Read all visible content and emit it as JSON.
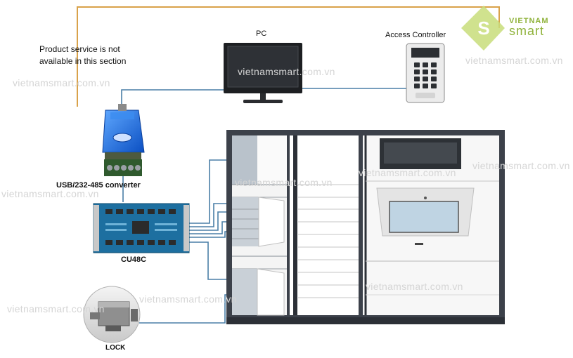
{
  "labels": {
    "pc": "PC",
    "access_controller": "Access Controller",
    "service_note_line1": "Product service is not",
    "service_note_line2": "available in this section",
    "converter": "USB/232-485 converter",
    "board": "CU48C",
    "lock": "LOCK"
  },
  "logo": {
    "line1": "VIETNAM",
    "line2": "smart"
  },
  "watermark": "vietnamsmart.com.vn",
  "colors": {
    "frame_orange": "#d9a24a",
    "wire_blue": "#4a7fa7",
    "logo_green": "#8fb23a",
    "cabinet_frame": "#3c414a"
  }
}
